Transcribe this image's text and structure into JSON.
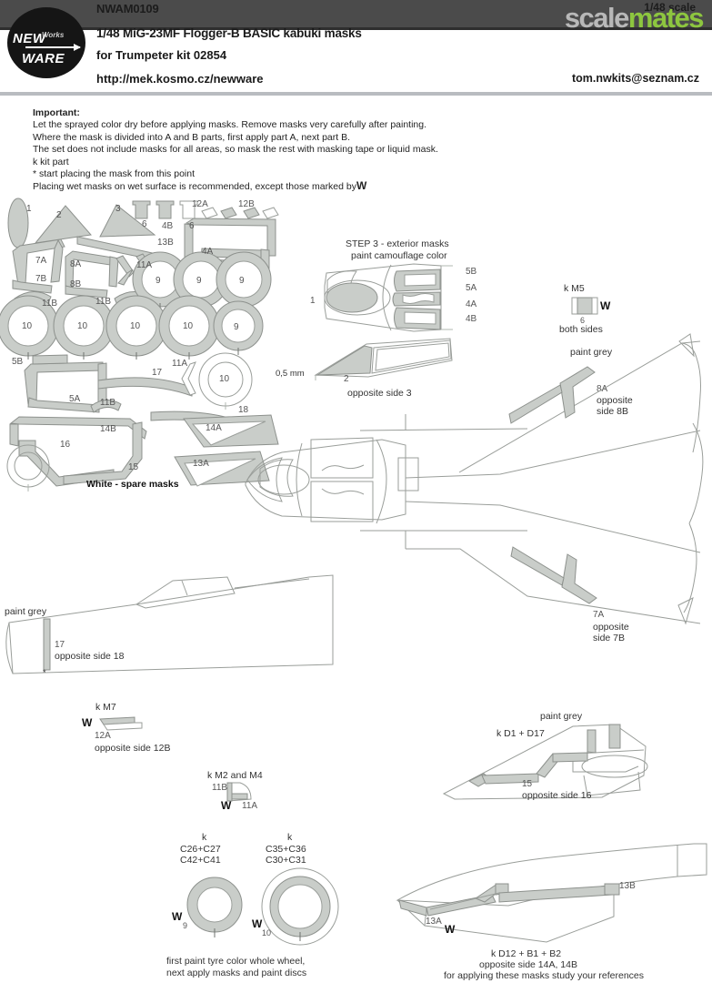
{
  "header": {
    "product_code": "NWAM0109",
    "scale": "1/48 scale",
    "title_line1": "1/48 MiG-23MF Flogger-B BASIC kabuki masks",
    "title_line2": "for Trumpeter kit 02854",
    "website": "http://mek.kosmo.cz/newware",
    "email": "tom.nwkits@seznam.cz",
    "logo": {
      "new": "NEW",
      "ware": "WARE",
      "works": "Works"
    },
    "watermark_part1": "scale",
    "watermark_part2": "mates"
  },
  "important": {
    "heading": "Important:",
    "lines": [
      "Let the sprayed color dry before applying masks. Remove masks very carefully after painting.",
      "Where the mask is divided into A and B parts, first apply part A, next part B.",
      "The set does not include masks for all areas, so mask the rest with masking tape or liquid mask.",
      "k  kit part",
      "*  start placing the mask from this point",
      "Placing wet masks on wet surface is recommended, except those marked by"
    ],
    "wet_marker": "W"
  },
  "mask_sheet": {
    "spare_caption": "White - spare masks",
    "part_numbers": [
      "1",
      "2",
      "3",
      "6",
      "6",
      "12A",
      "12B",
      "4B",
      "13B",
      "4A",
      "7A",
      "7B",
      "8A",
      "8B",
      "11A",
      "11B",
      "11B",
      "9",
      "9",
      "9",
      "9",
      "10",
      "10",
      "10",
      "10",
      "10",
      "5B",
      "5A",
      "11B",
      "11A",
      "17",
      "18",
      "14B",
      "14A",
      "16",
      "15",
      "13A"
    ]
  },
  "step3": {
    "title_line1": "STEP 3 - exterior masks",
    "title_line2": "paint camouflage color",
    "nose_part": "1",
    "canopy_parts": [
      "5B",
      "5A",
      "4A",
      "4B"
    ],
    "dimension": "0,5 mm",
    "side_part": "2",
    "side_note": "opposite side 3"
  },
  "km5": {
    "kit_label": "k M5",
    "wet_marker": "W",
    "part": "6",
    "note": "both sides"
  },
  "fin_8a": {
    "paint_note": "paint grey",
    "part": "8A",
    "note_line1": "opposite",
    "note_line2": "side 8B"
  },
  "fin_7a": {
    "part": "7A",
    "note_line1": "opposite",
    "note_line2": "side 7B"
  },
  "fuselage_17": {
    "paint_note": "paint grey",
    "part": "17",
    "note": "opposite side 18"
  },
  "km7": {
    "kit_label": "k M7",
    "wet_marker": "W",
    "part": "12A",
    "note": "opposite side 12B"
  },
  "km2m4": {
    "kit_label": "k M2 and M4",
    "part_left": "11B",
    "wet_marker": "W",
    "part_right": "11A"
  },
  "kd1d17": {
    "paint_note": "paint grey",
    "kit_label": "k D1 + D17",
    "part": "15",
    "note": "opposite side 16"
  },
  "wheels": {
    "left": {
      "kit_label": "k",
      "codes_line1": "C26+C27",
      "codes_line2": "C42+C41",
      "wet_marker": "W",
      "part": "9"
    },
    "right": {
      "kit_label": "k",
      "codes_line1": "C35+C36",
      "codes_line2": "C30+C31",
      "wet_marker": "W",
      "part": "10"
    },
    "caption_line1": "first paint tyre color whole wheel,",
    "caption_line2": "next apply masks and paint discs"
  },
  "wing_13": {
    "part_left": "13A",
    "wet_marker": "W",
    "part_right": "13B",
    "kit_label": "k D12 + B1 + B2",
    "note_line1": "opposite side 14A, 14B",
    "note_line2": "for applying these masks study your references"
  },
  "colors": {
    "header_band": "#4b4b4b",
    "mask_grey": "#c9cdc9",
    "mask_outline": "#8d918d",
    "line": "#9a9e9a",
    "accent_green": "#8dc63f"
  }
}
